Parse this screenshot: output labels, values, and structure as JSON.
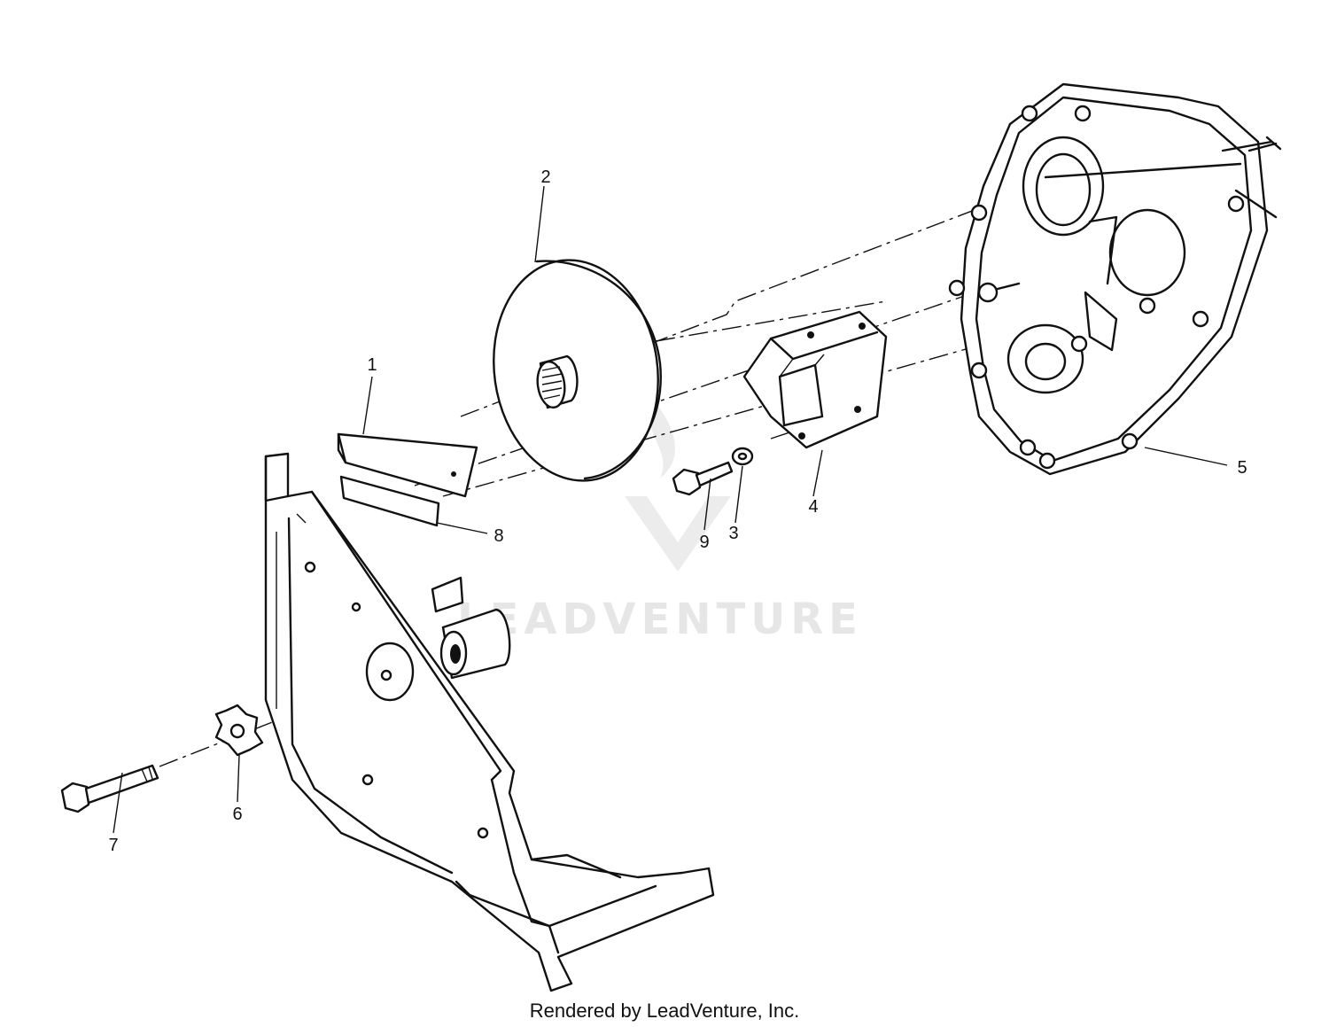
{
  "diagram": {
    "callouts": [
      {
        "id": "1",
        "label": "1"
      },
      {
        "id": "2",
        "label": "2"
      },
      {
        "id": "3",
        "label": "3"
      },
      {
        "id": "4",
        "label": "4"
      },
      {
        "id": "5",
        "label": "5"
      },
      {
        "id": "6",
        "label": "6"
      },
      {
        "id": "7",
        "label": "7"
      },
      {
        "id": "8",
        "label": "8"
      },
      {
        "id": "9",
        "label": "9"
      }
    ],
    "watermark": "LEADVENTURE",
    "credit": "Rendered by LeadVenture, Inc."
  },
  "colors": {
    "line": "#111111",
    "background": "#ffffff",
    "watermark": "#e6e6e6"
  }
}
